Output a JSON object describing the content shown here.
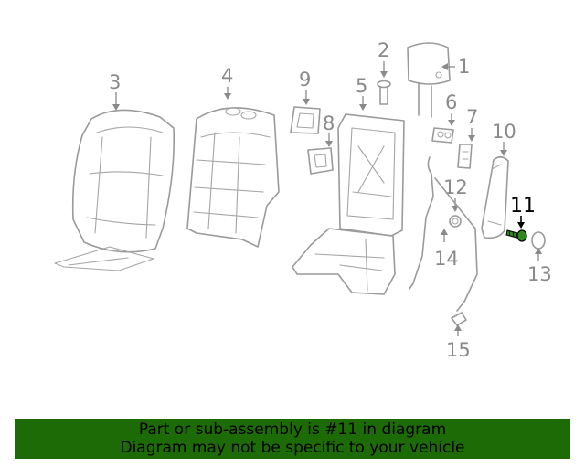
{
  "callouts": {
    "c1": "1",
    "c2": "2",
    "c3": "3",
    "c4": "4",
    "c5": "5",
    "c6": "6",
    "c7": "7",
    "c8": "8",
    "c9": "9",
    "c10": "10",
    "c11": "11",
    "c12": "12",
    "c13": "13",
    "c14": "14",
    "c15": "15"
  },
  "highlighted_part": "11",
  "highlight_color": "#2f8a1f",
  "banner": {
    "line1": "Part or sub-assembly is #11 in diagram",
    "line2": "Diagram may not be specific to your vehicle",
    "background": "#1d6b07"
  }
}
